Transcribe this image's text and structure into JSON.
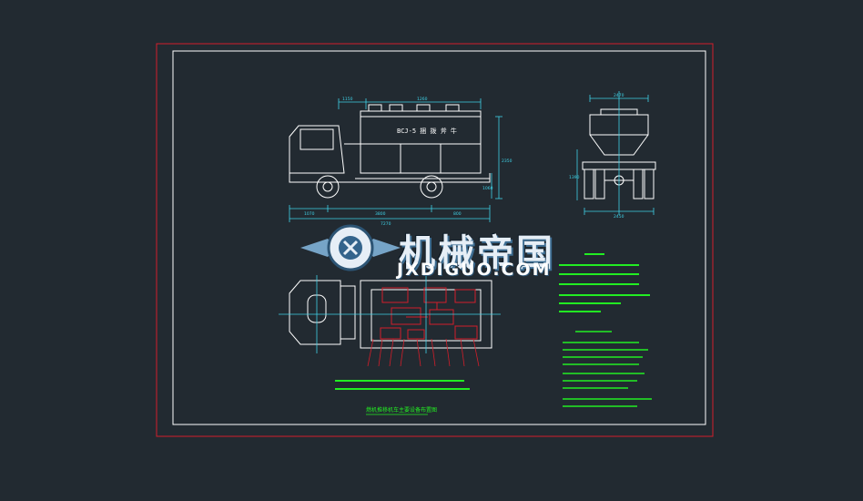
{
  "drawing": {
    "frame_color": "#d21e2a",
    "line_color": "#ffffff",
    "dim_color": "#3fd1e6",
    "anno_color": "#22ee22",
    "background": "#222a31",
    "vehicle_label": "BCJ-5 捆 拨 斧 牛",
    "dims_side": {
      "top_a": "1150",
      "top_b": "1260",
      "bottom_a": "1070",
      "bottom_b": "3800",
      "bottom_c": "800",
      "overall": "7270",
      "height_right": "2350",
      "mid_right": "1060"
    },
    "dims_rear": {
      "top": "2470",
      "bottom": "2450",
      "left": "1390"
    },
    "plan_title": "燃机推移机车主要设备布置图"
  },
  "watermark": {
    "text": "机械帝国",
    "url": "JXDIGUO.COM"
  }
}
